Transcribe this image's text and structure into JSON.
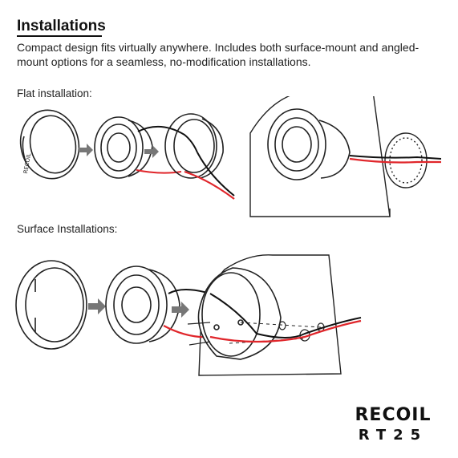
{
  "header": {
    "title": "Installations",
    "description": "Compact design fits virtually anywhere. Includes both surface-mount and angled-mount options for a seamless, no-modification installations."
  },
  "sections": {
    "flat": {
      "label": "Flat installation:"
    },
    "surface": {
      "label": "Surface Installations:"
    }
  },
  "brand": {
    "name": "RECOIL",
    "model": "RT25"
  },
  "colors": {
    "wire_red": "#e0262b",
    "wire_black": "#111111",
    "arrow": "#777777",
    "outline": "#222222"
  }
}
